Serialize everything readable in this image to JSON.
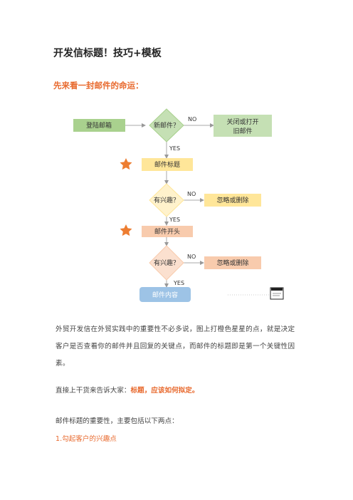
{
  "article": {
    "title": "开发信标题！技巧+模板",
    "subtitle": "先来看一封邮件的命运：",
    "paragraph1": "外贸开发信在外贸实践中的重要性不必多说，图上打橙色星星的点，就是决定客户是否查看你的邮件并且回复的关键点，而邮件的标题即是第一个关键性因素。",
    "line2_prefix": "直接上干货来告诉大家：",
    "line2_highlight": "标题，应该如何拟定。",
    "line3": "邮件标题的重要性，主要包括以下两点：",
    "line4": "1.勾起客户的兴趣点"
  },
  "flowchart": {
    "start": "登陆邮箱",
    "decision1": "新邮件？",
    "no1_label": "NO",
    "outcome1_line1": "关闭或打开",
    "outcome1_line2": "旧邮件",
    "yes1_label": "YES",
    "step_subject": "邮件标题",
    "decision2": "有兴趣？",
    "no2_label": "NO",
    "outcome2": "忽略或删除",
    "yes2_label": "YES",
    "step_opening": "邮件开头",
    "decision3": "有兴趣？",
    "no3_label": "NO",
    "outcome3": "忽略或删除",
    "yes3_label": "YES",
    "end": "邮件内容"
  },
  "colors": {
    "accent": "#e8692d",
    "green": "#a9d18e",
    "yellow": "#ffe699",
    "salmon": "#f8cbad",
    "blue": "#9dc3e6",
    "star": "#ed7d31"
  },
  "icons": [
    "star-icon",
    "watermark-badge-icon"
  ]
}
